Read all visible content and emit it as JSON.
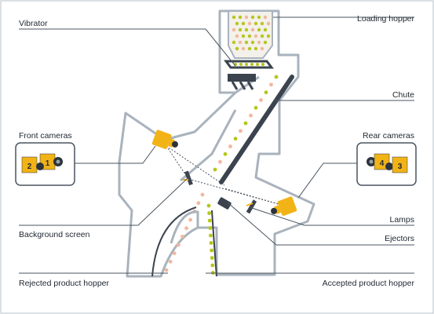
{
  "labels": {
    "vibrator": "Vibrator",
    "loading_hopper": "Loading hopper",
    "chute": "Chute",
    "front_cameras": "Front cameras",
    "rear_cameras": "Rear cameras",
    "lamps": "Lamps",
    "background_screen": "Background screen",
    "ejectors": "Ejectors",
    "rejected_product_hopper": "Rejected product hopper",
    "accepted_product_hopper": "Accepted product hopper"
  },
  "camera_numbers": {
    "front": [
      "2",
      "1"
    ],
    "rear": [
      "4",
      "3"
    ]
  },
  "colors": {
    "outline": "#a9b3bd",
    "line": "#4a5560",
    "dark": "#3b444e",
    "camera_yellow": "#f2b316",
    "camera_dark": "#2b333c",
    "accepted_dot": "#b5c61b",
    "rejected_dot": "#f3b79e",
    "text": "#222a33"
  }
}
